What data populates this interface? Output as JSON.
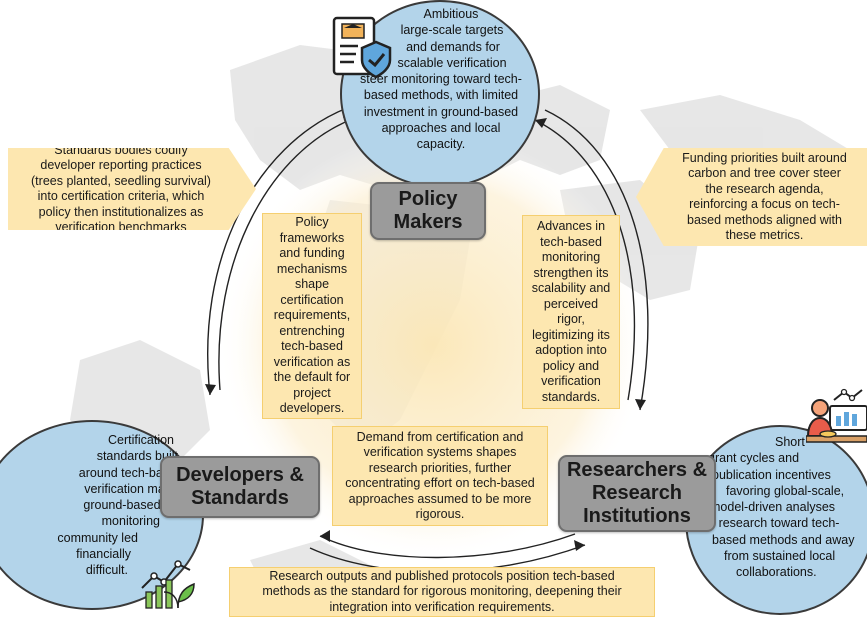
{
  "actors": {
    "policy": [
      "Policy",
      "Makers"
    ],
    "developers": [
      "Developers &",
      "Standards"
    ],
    "researchers": [
      "Researchers &",
      "Research",
      "Institutions"
    ]
  },
  "circles": {
    "policy": [
      "Ambitious",
      "large-scale targets",
      "and demands for",
      "scalable verification",
      "steer monitoring toward tech-",
      "based methods, with limited",
      "investment in ground-based",
      "approaches and local",
      "capacity."
    ],
    "developers": [
      "Certification",
      "standards built",
      "around tech-based",
      "verification make",
      "ground-based,",
      "monitoring",
      "community led",
      "financially",
      "difficult."
    ],
    "researchers": [
      "Short",
      "grant cycles and",
      "publication incentives",
      "favoring global-scale,",
      "model-driven analyses",
      "draw research toward tech-",
      "based methods and away",
      "from sustained local",
      "collaborations."
    ]
  },
  "notes": {
    "left_outer": [
      "Standards bodies codify",
      "developer reporting practices",
      "(trees planted, seedling survival)",
      "into certification criteria, which",
      "policy then institutionalizes as",
      "verification benchmarks"
    ],
    "right_outer": [
      "Funding priorities built around",
      "carbon and tree cover steer",
      "the research agenda,",
      "reinforcing a focus on tech-",
      "based methods aligned with",
      "these metrics."
    ],
    "left_inner": [
      "Policy",
      "frameworks",
      "and funding",
      "mechanisms",
      "shape",
      "certification",
      "requirements,",
      "entrenching",
      "tech-based",
      "verification as",
      "the default for",
      "project",
      "developers."
    ],
    "right_inner": [
      "Advances in",
      "tech-based",
      "monitoring",
      "strengthen its",
      "scalability and",
      "perceived",
      "rigor,",
      "legitimizing its",
      "adoption into",
      "policy and",
      "verification",
      "standards."
    ],
    "bottom_inner": [
      "Demand from certification and",
      "verification systems shapes",
      "research priorities, further",
      "concentrating effort on tech-based",
      "approaches assumed to be more",
      "rigorous."
    ],
    "bottom_outer": [
      "Research outputs and published protocols position tech-based",
      "methods as the standard for rigorous monitoring, deepening their",
      "integration into verification requirements."
    ]
  },
  "icons": {
    "policy": "policy-document-shield-icon",
    "developers": "growth-chart-seedling-icon",
    "researchers": "researcher-analytics-icon"
  },
  "colors": {
    "circle": "#b3d4ea",
    "actor": "#9b9b9b",
    "note": "#fde7b0",
    "glow": "#fbe7b6",
    "map": "#e4e4e4"
  }
}
